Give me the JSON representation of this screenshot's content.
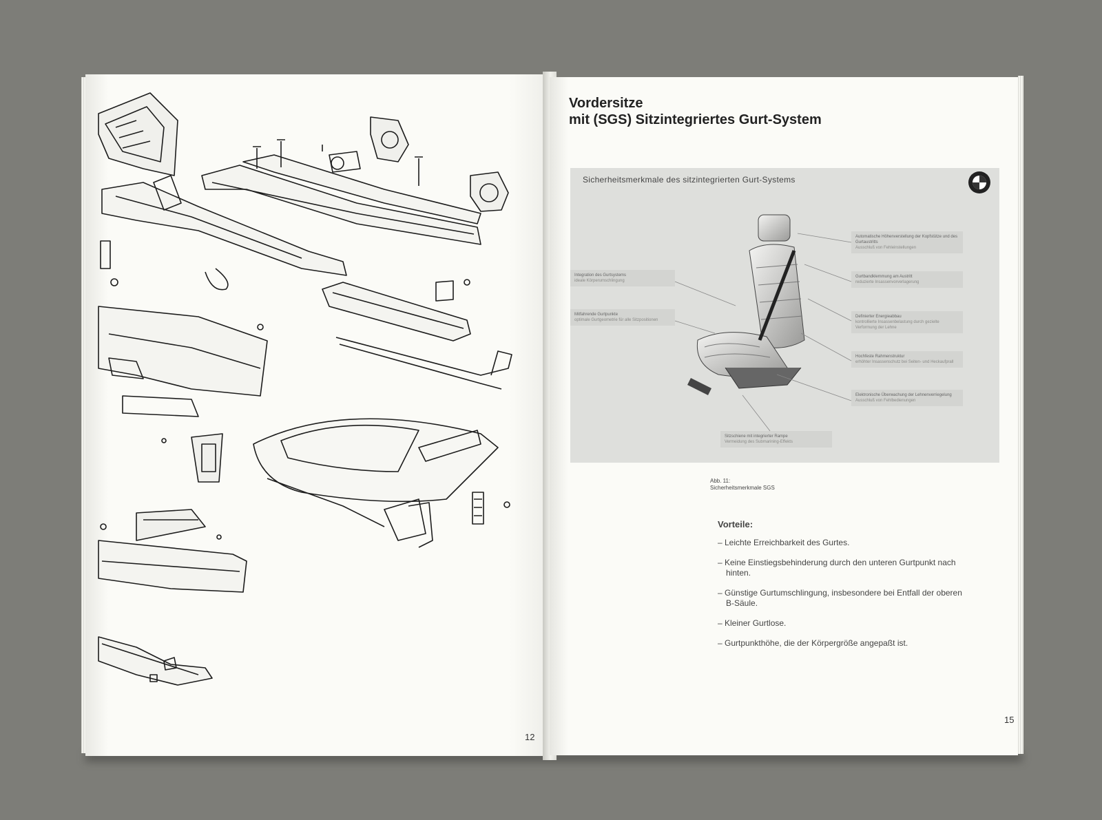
{
  "left_page": {
    "page_number": "12"
  },
  "right_page": {
    "title_line1": "Vordersitze",
    "title_line2": "mit (SGS) Sitzintegriertes Gurt-System",
    "panel": {
      "title": "Sicherheitsmerkmale des sitzintegrierten Gurt-Systems",
      "logo": "bmw-roundel-logo",
      "callouts": [
        {
          "label": "Integration des Gurtsystems",
          "detail": "ideale Körperumschlingung"
        },
        {
          "label": "Mitfahrende Gurtpunkte",
          "detail": "optimale Gurtgeometrie für alle Sitzpositionen"
        },
        {
          "label": "Automatische Höhenverstellung der Kopfstütze und des Gurtaustritts",
          "detail": "Ausschluß von Fehleinstellungen"
        },
        {
          "label": "Gurtbandklemmung am Austritt",
          "detail": "reduzierte Insassenvorverlagerung"
        },
        {
          "label": "Definierter Energieabbau",
          "detail": "kontrollierte Insassenbelastung durch gezielte Verformung der Lehne"
        },
        {
          "label": "Hochfeste Rahmenstruktur",
          "detail": "erhöhter Insassenschutz bei Seiten- und Heckaufprall"
        },
        {
          "label": "Elektronische Überwachung der Lehnenverriegelung",
          "detail": "Ausschluß von Fehlbedienungen"
        },
        {
          "label": "Sitzschiene mit integrierter Rampe",
          "detail": "Vermeidung des Submarining-Effekts"
        }
      ]
    },
    "caption_line1": "Abb. 11:",
    "caption_line2": "Sicherheitsmerkmale SGS",
    "advantages_heading": "Vorteile:",
    "advantages": [
      "– Leichte Erreichbarkeit des Gurtes.",
      "– Keine Einstiegsbehinderung durch den unteren Gurtpunkt nach hinten.",
      "– Günstige Gurtumschlingung, insbesondere bei Entfall der oberen B-Säule.",
      "– Kleiner Gurtlose.",
      "– Gurtpunkthöhe, die der Körpergröße angepaßt ist."
    ],
    "page_number": "15"
  }
}
